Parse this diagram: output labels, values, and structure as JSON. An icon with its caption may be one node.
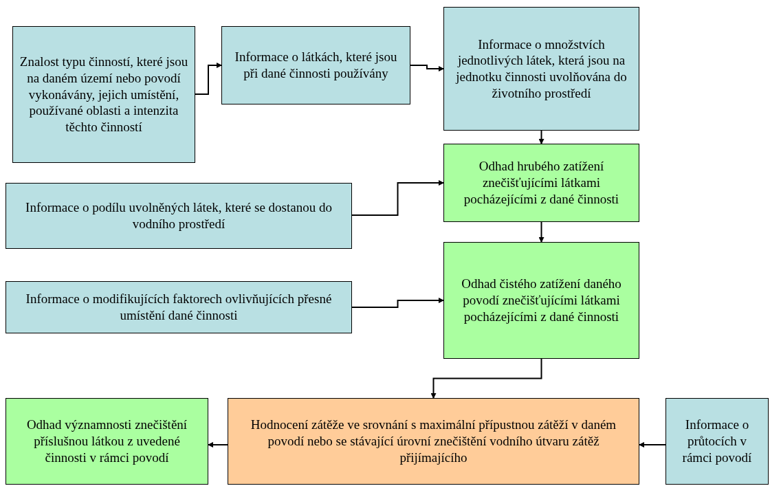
{
  "diagram": {
    "nodes": [
      {
        "text": [
          "Znalost typu činností, které jsou na daném území nebo povodí vykonávány, jejich umístění, používané oblasti a intenzita těchto činností"
        ]
      },
      {
        "text": [
          "Informace o látkách, které jsou při dané činnosti používány"
        ]
      },
      {
        "text": [
          "Informace o množstvích jednotlivých látek, která jsou na jednotku činnosti uvolňována do životního prostředí"
        ]
      },
      {
        "text": [
          "Odhad hrubého zatížení znečišťujícími látkami pocházejícími z dané činnosti"
        ]
      },
      {
        "text": [
          "Informace o podílu uvolněných látek, které se dostanou do vodního prostředí"
        ]
      },
      {
        "text": [
          "Informace o modifikujících faktorech ovlivňujících přesné umístění dané činnosti"
        ]
      },
      {
        "text": [
          "Odhad čistého zatížení daného povodí znečišťujícími látkami pocházejícími z dané činnosti"
        ]
      },
      {
        "text": [
          "Odhad významnosti znečištění příslušnou látkou z uvedené činnosti v rámci povodí"
        ]
      },
      {
        "text": [
          "Hodnocení zátěže ve srovnání s maximální přípustnou zátěží v daném povodí nebo se stávající úrovní znečištění vodního útvaru zátěž přijímajícího"
        ]
      },
      {
        "text": [
          "Informace o průtocích v rámci povodí"
        ]
      }
    ],
    "edges": [
      {
        "from": 0,
        "to": 1,
        "arrow": "to"
      },
      {
        "from": 1,
        "to": 2,
        "arrow": "to"
      },
      {
        "from": 2,
        "to": 3,
        "arrow": "to"
      },
      {
        "from": 4,
        "to": 3,
        "arrow": "to"
      },
      {
        "from": 3,
        "to": 6,
        "arrow": "to"
      },
      {
        "from": 5,
        "to": 6,
        "arrow": "to"
      },
      {
        "from": 6,
        "to": 8,
        "arrow": "to"
      },
      {
        "from": 9,
        "to": 8,
        "arrow": "to"
      },
      {
        "from": 8,
        "to": 7,
        "arrow": "to"
      }
    ]
  }
}
